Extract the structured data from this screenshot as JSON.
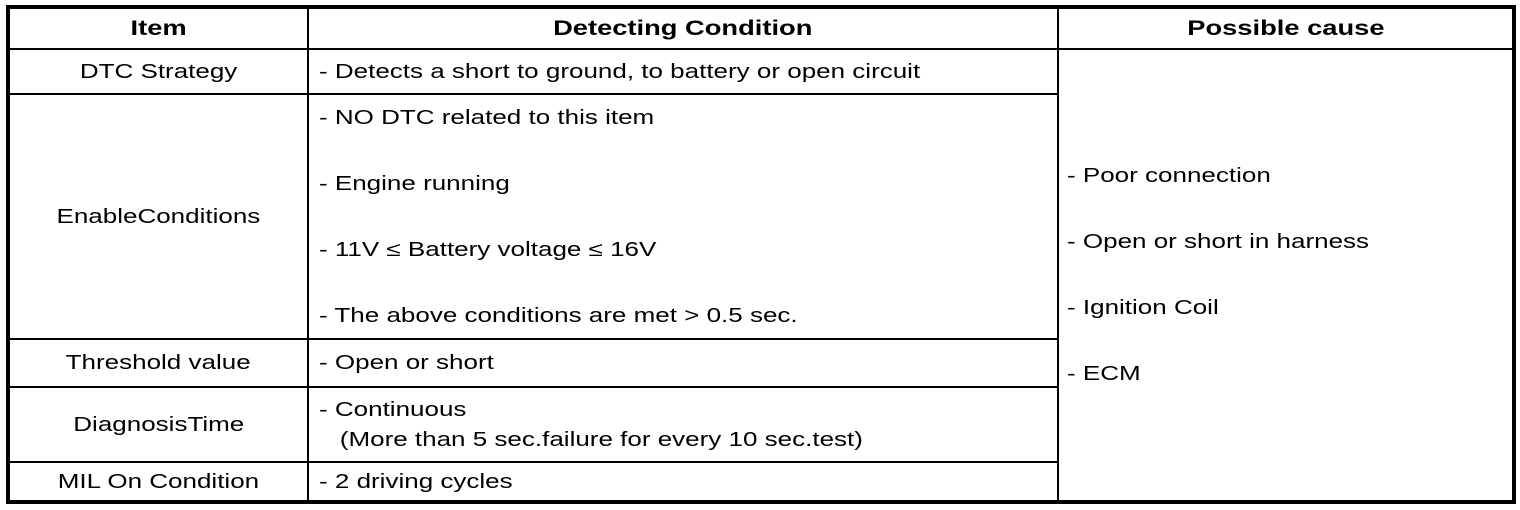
{
  "table": {
    "headers": {
      "item": "Item",
      "detecting_condition": "Detecting Condition",
      "possible_cause": "Possible cause"
    },
    "rows": [
      {
        "item": "DTC Strategy",
        "conditions": [
          "- Detects a short to ground, to battery or open circuit"
        ]
      },
      {
        "item": "EnableConditions",
        "conditions": [
          "- NO DTC related to this item",
          "- Engine running",
          "- 11V ≤ Battery voltage ≤ 16V",
          "- The above conditions are met > 0.5 sec."
        ]
      },
      {
        "item": "Threshold value",
        "conditions": [
          "- Open or short"
        ]
      },
      {
        "item": "DiagnosisTime",
        "conditions": [
          "- Continuous"
        ],
        "condition_note": "(More than 5 sec.failure for every 10 sec.test)"
      },
      {
        "item": "MIL On Condition",
        "conditions": [
          "- 2 driving cycles"
        ]
      }
    ],
    "possible_causes": [
      "- Poor connection",
      "- Open or short in harness",
      "- Ignition Coil",
      "- ECM"
    ]
  },
  "colors": {
    "border": "#000000",
    "text": "#000000",
    "background": "#ffffff"
  }
}
